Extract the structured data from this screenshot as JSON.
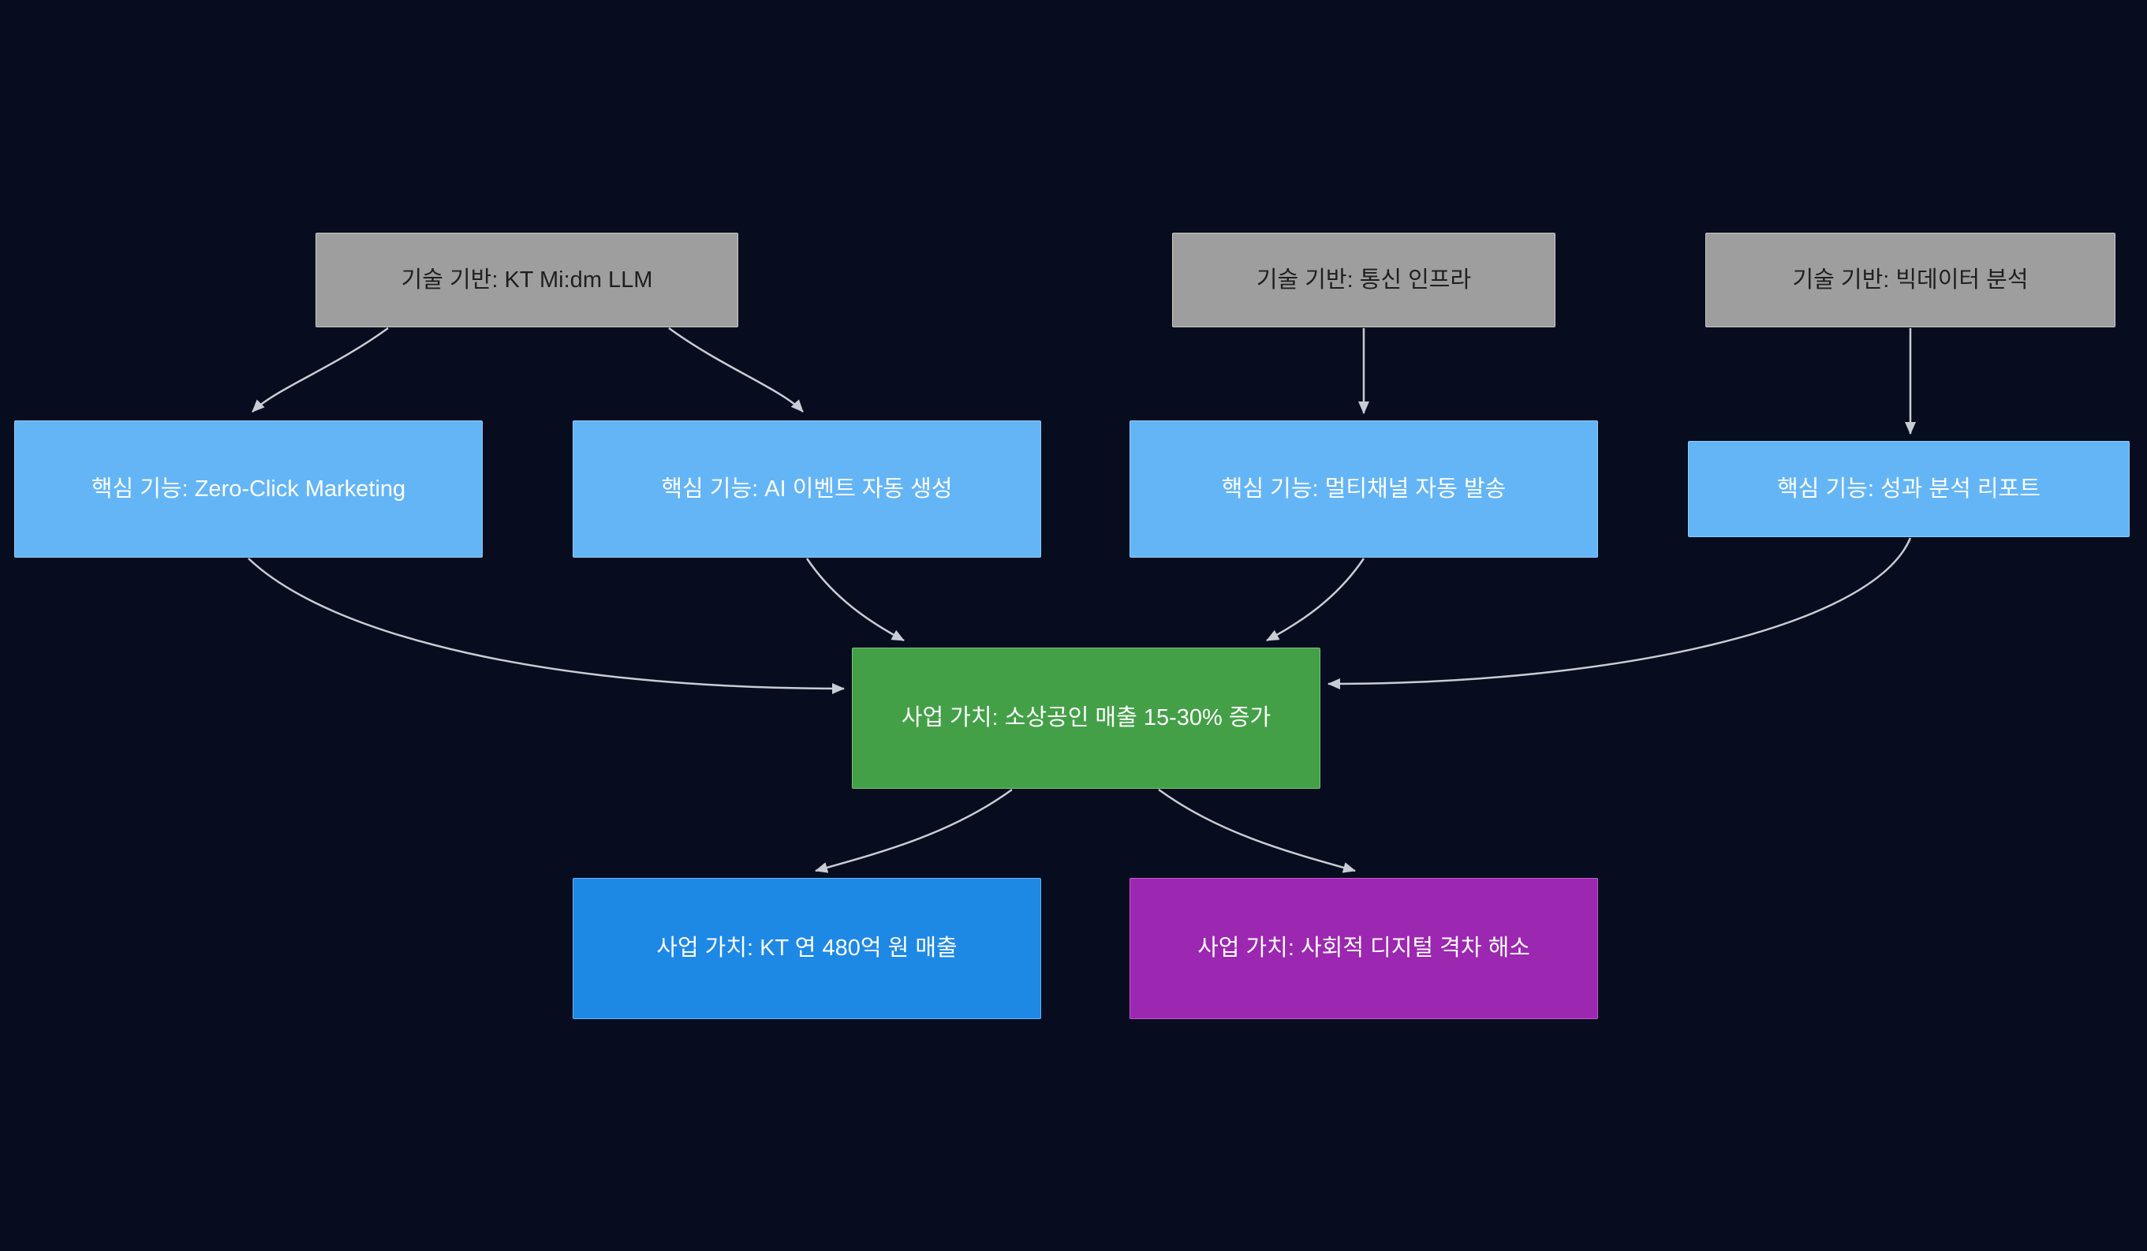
{
  "diagram": {
    "type": "flowchart",
    "background_color": "#070d1e",
    "edge_color": "#c8ccd4"
  },
  "colors": {
    "tech_fill": "#9e9e9e",
    "tech_text": "#1f1f1f",
    "feature_fill": "#64b5f6",
    "feature_text": "#ffffff",
    "value_green_fill": "#43a047",
    "value_blue_fill": "#1e88e5",
    "value_purple_fill": "#9c27b0",
    "value_text": "#ffffff"
  },
  "nodes": {
    "tech_llm": {
      "label": "기술 기반: KT Mi:dm LLM",
      "color": "#9e9e9e"
    },
    "tech_telecom": {
      "label": "기술 기반: 통신 인프라",
      "color": "#9e9e9e"
    },
    "tech_bigdata": {
      "label": "기술 기반: 빅데이터 분석",
      "color": "#9e9e9e"
    },
    "feat_zeroclick": {
      "label": "핵심 기능: Zero-Click Marketing",
      "color": "#64b5f6"
    },
    "feat_ai_event": {
      "label": "핵심 기능: AI 이벤트 자동 생성",
      "color": "#64b5f6"
    },
    "feat_multichannel": {
      "label": "핵심 기능: 멀티채널 자동 발송",
      "color": "#64b5f6"
    },
    "feat_report": {
      "label": "핵심 기능: 성과 분석 리포트",
      "color": "#64b5f6"
    },
    "value_sales": {
      "label": "사업 가치: 소상공인 매출 15-30% 증가",
      "color": "#43a047"
    },
    "value_kt": {
      "label": "사업 가치: KT 연 480억 원 매출",
      "color": "#1e88e5"
    },
    "value_social": {
      "label": "사업 가치: 사회적 디지털 격차 해소",
      "color": "#9c27b0"
    }
  },
  "edges": [
    {
      "from": "tech_llm",
      "to": "feat_zeroclick"
    },
    {
      "from": "tech_llm",
      "to": "feat_ai_event"
    },
    {
      "from": "tech_telecom",
      "to": "feat_multichannel"
    },
    {
      "from": "tech_bigdata",
      "to": "feat_report"
    },
    {
      "from": "feat_zeroclick",
      "to": "value_sales"
    },
    {
      "from": "feat_ai_event",
      "to": "value_sales"
    },
    {
      "from": "feat_multichannel",
      "to": "value_sales"
    },
    {
      "from": "feat_report",
      "to": "value_sales"
    },
    {
      "from": "value_sales",
      "to": "value_kt"
    },
    {
      "from": "value_sales",
      "to": "value_social"
    }
  ]
}
